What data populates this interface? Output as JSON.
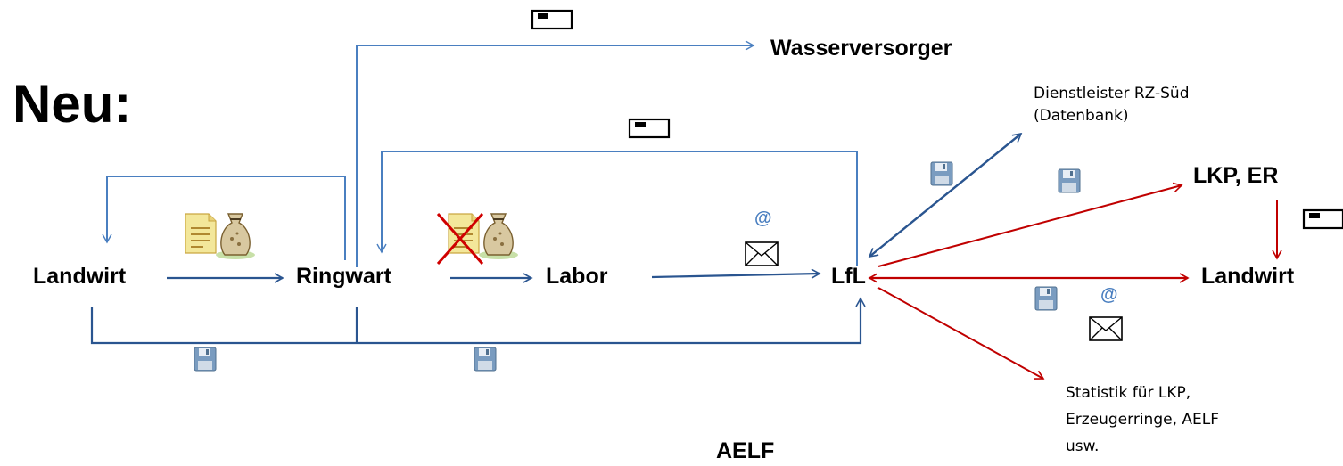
{
  "title": "Neu:",
  "nodes": {
    "landwirt_left": "Landwirt",
    "ringwart": "Ringwart",
    "labor": "Labor",
    "lfl": "LfL",
    "wasserversorger": "Wasserversorger",
    "lkp_er": "LKP, ER",
    "landwirt_right": "Landwirt",
    "aelf": "AELF"
  },
  "notes": {
    "dienstleister_line1": "Dienstleister RZ-Süd",
    "dienstleister_line2": "(Datenbank)",
    "statistik_line1": "Statistik für LKP,",
    "statistik_line2": "Erzeugerringe, AELF",
    "statistik_line3": "usw."
  },
  "email_symbol": "@",
  "colors": {
    "blue_light": "#4a7fc0",
    "blue_dark": "#2a5590",
    "red": "#c00000"
  },
  "icons": [
    "document-icon",
    "sample-bag-icon",
    "floppy-disk-icon",
    "envelope-icon",
    "letter-icon",
    "cross-icon"
  ]
}
